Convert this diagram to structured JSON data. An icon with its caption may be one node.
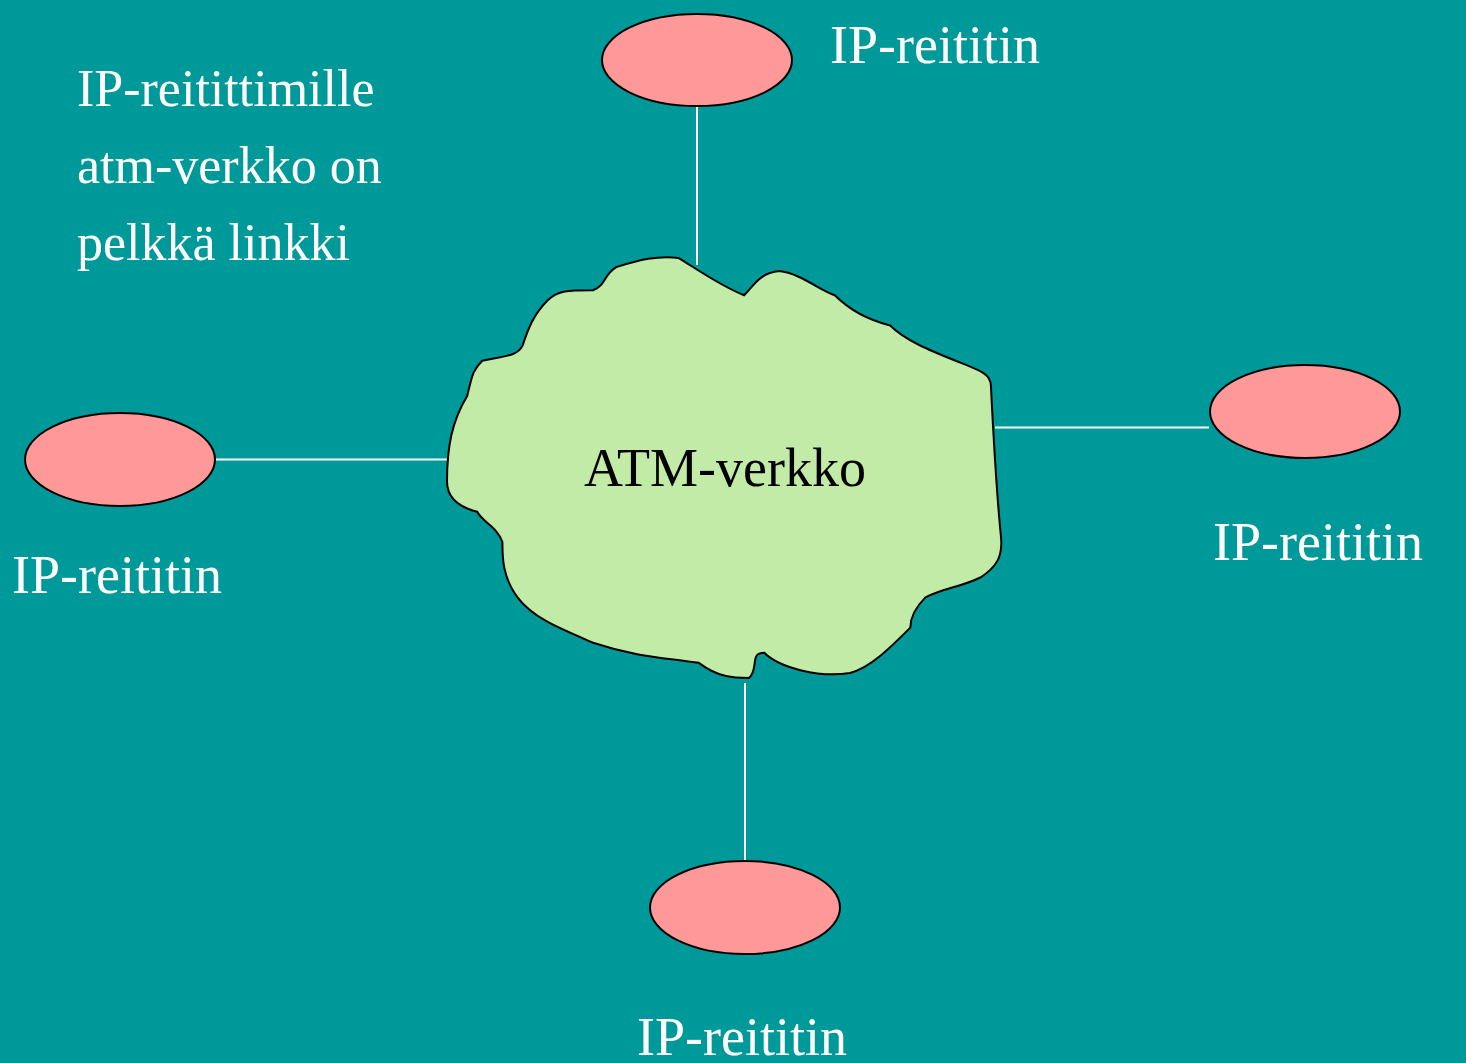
{
  "diagram": {
    "nodes": [
      {
        "text": [],
        "shape": "ellipse",
        "beside": [
          "IP-reititin"
        ]
      },
      {
        "text": [
          "ATM-verkko"
        ]
      },
      {
        "text": [],
        "shape": "ellipse",
        "beside": [
          "IP-reititin"
        ]
      },
      {
        "text": [],
        "shape": "ellipse",
        "beside": [
          "IP-reititin"
        ]
      },
      {
        "text": [],
        "shape": "ellipse",
        "beside": [
          "IP-reititin"
        ]
      }
    ],
    "edges": [
      {
        "from": 0,
        "to": 1,
        "arrow": "none"
      },
      {
        "from": 2,
        "to": 1,
        "arrow": "none"
      },
      {
        "from": 3,
        "to": 1,
        "arrow": "none"
      },
      {
        "from": 4,
        "to": 1,
        "arrow": "none"
      }
    ],
    "labels": [
      "IP-reitittimille atm-verkko on pelkkä linkki"
    ]
  }
}
